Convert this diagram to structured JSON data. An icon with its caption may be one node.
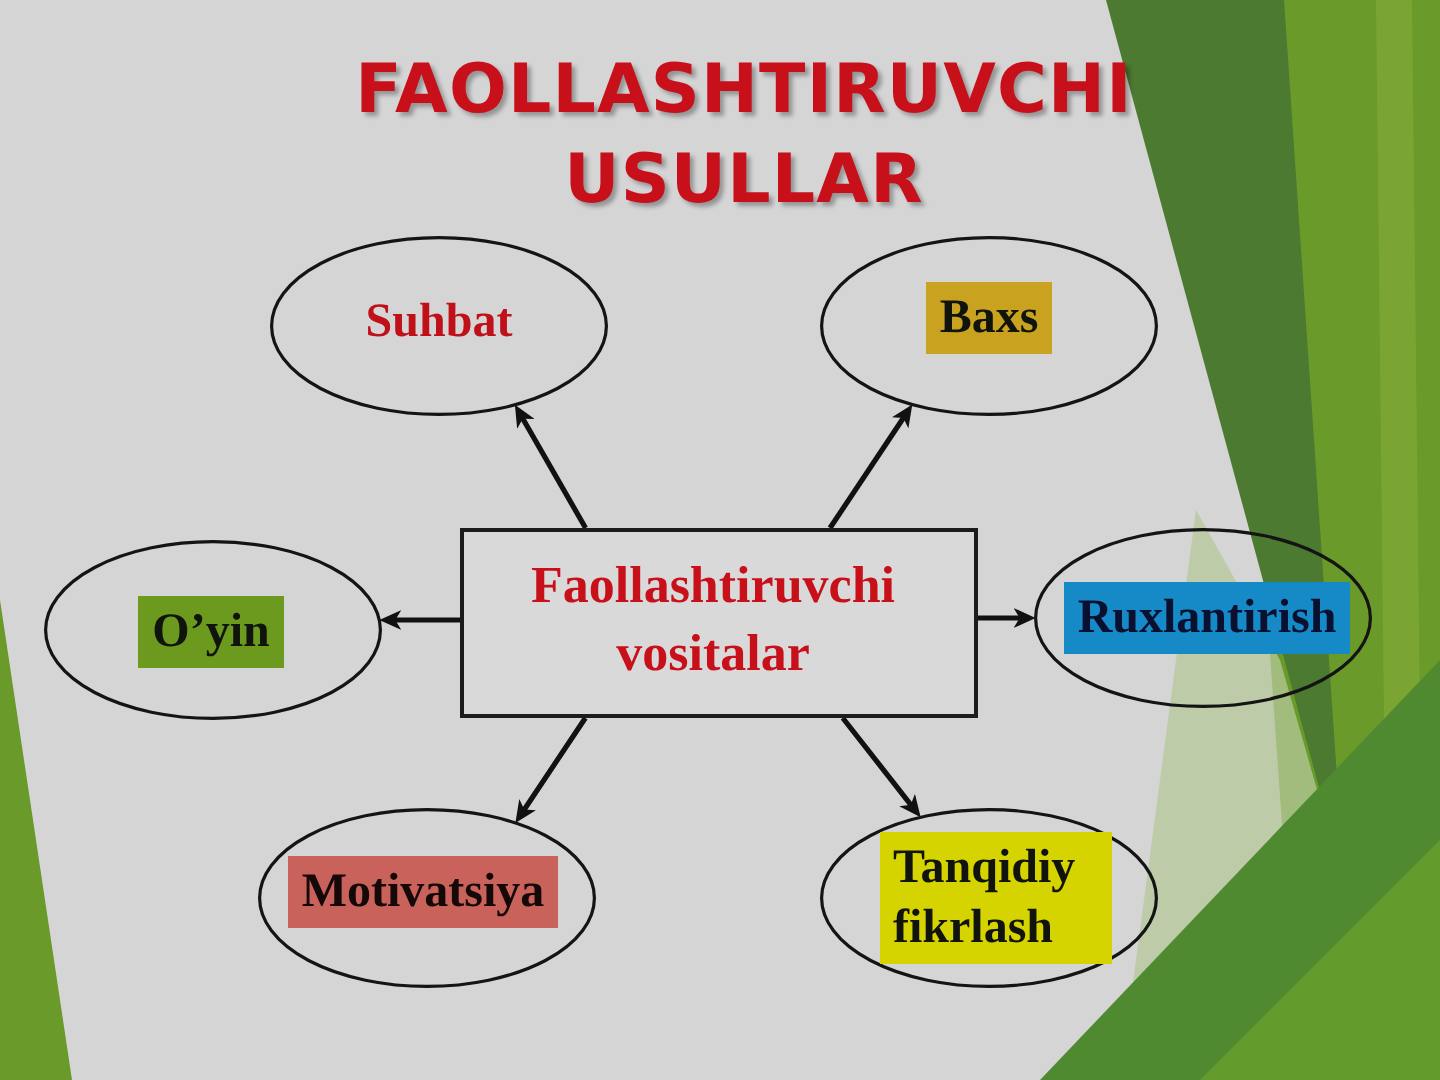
{
  "diagram": {
    "title": "FAOLLASHTIRUVCHI USULLAR",
    "nodes": [
      {
        "text": [
          "Suhbat"
        ]
      },
      {
        "text": [
          "Baxs"
        ]
      },
      {
        "text": [
          "O’yin"
        ]
      },
      {
        "text": [
          "Faollashtiruvchi vositalar"
        ]
      },
      {
        "text": [
          "Ruxlantirish"
        ]
      },
      {
        "text": [
          "Motivatsiya"
        ]
      },
      {
        "text": [
          "Tanqidiy fikrlash"
        ]
      }
    ],
    "edges": [
      {
        "from": 3,
        "to": 0,
        "arrow": "to"
      },
      {
        "from": 3,
        "to": 1,
        "arrow": "to"
      },
      {
        "from": 3,
        "to": 2,
        "arrow": "to"
      },
      {
        "from": 3,
        "to": 4,
        "arrow": "to"
      },
      {
        "from": 3,
        "to": 5,
        "arrow": "to"
      },
      {
        "from": 3,
        "to": 6,
        "arrow": "to"
      }
    ]
  }
}
